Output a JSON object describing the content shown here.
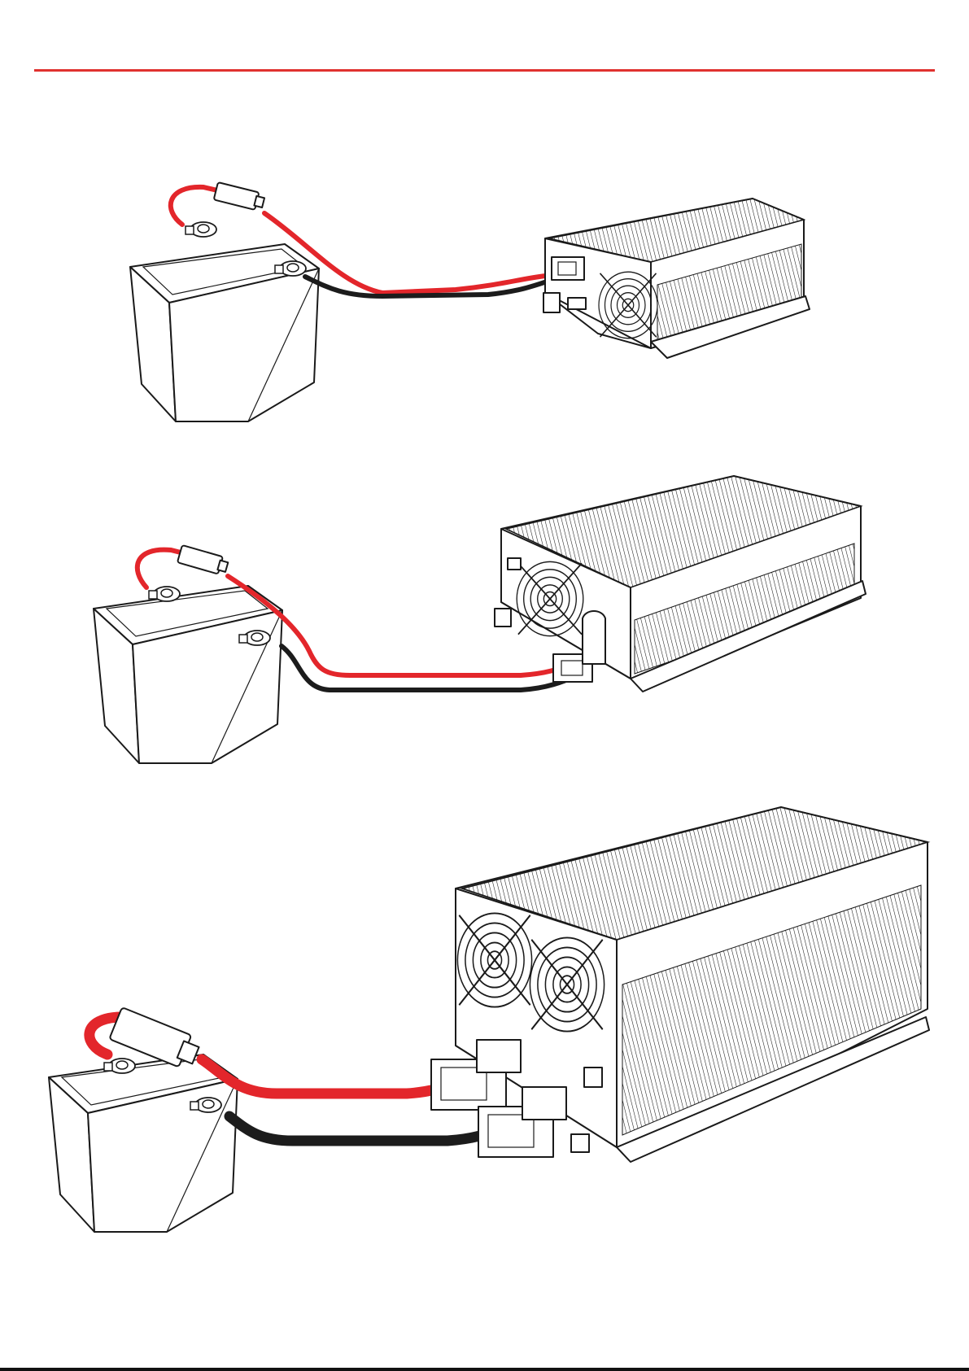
{
  "colors": {
    "accent_rule": "#e0312f",
    "positive_cable": "#e3262b",
    "negative_cable": "#1c1c1c",
    "line_art": "#1a1a1a",
    "bottom_rule": "#111111"
  },
  "diagrams": [
    {
      "name": "small-unit-connection",
      "fans": 1,
      "cables": [
        "positive",
        "negative"
      ]
    },
    {
      "name": "medium-unit-connection",
      "fans": 1,
      "cables": [
        "positive",
        "negative"
      ]
    },
    {
      "name": "large-unit-connection",
      "fans": 2,
      "cables": [
        "positive",
        "negative"
      ]
    }
  ]
}
